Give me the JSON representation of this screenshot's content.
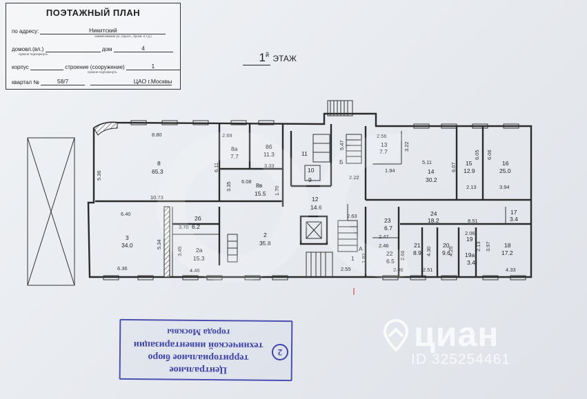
{
  "title_block": {
    "title": "ПОЭТАЖНЫЙ ПЛАН",
    "address_label": "по адресу:",
    "address_value": "Никитский",
    "address_sub": "наименование ул. (просп., бульв. и т.д.)",
    "domovl_label": "домовл.(вл.)",
    "domovl_sub": "нужное подчеркнуть",
    "dom_label": "дом",
    "dom_value": "4",
    "korpus_label": "корпус",
    "stroenie_label": "строение (сооружение)",
    "stroenie_value": "1",
    "stroenie_sub": "нужное подчеркнуть",
    "kvartal_label": "квартал №",
    "kvartal_value": "58/7",
    "district": "ЦАО г.Москвы"
  },
  "floor": {
    "number": "1",
    "suffix": "й",
    "label": "ЭТАЖ"
  },
  "rooms": [
    {
      "id": "8",
      "area": "65.3"
    },
    {
      "id": "8а",
      "area": "7.7"
    },
    {
      "id": "8б",
      "area": "11.3"
    },
    {
      "id": "8в",
      "area": "15.5"
    },
    {
      "id": "11",
      "area": ""
    },
    {
      "id": "10",
      "area": ""
    },
    {
      "id": "9",
      "area": ""
    },
    {
      "id": "Б",
      "area": ""
    },
    {
      "id": "13",
      "area": "7.7"
    },
    {
      "id": "14",
      "area": "30.2"
    },
    {
      "id": "15",
      "area": "12.9"
    },
    {
      "id": "16",
      "area": "25.0"
    },
    {
      "id": "12",
      "area": "14.6"
    },
    {
      "id": "3",
      "area": "34.0"
    },
    {
      "id": "2б",
      "area": "6.2"
    },
    {
      "id": "2а",
      "area": "15.3"
    },
    {
      "id": "2",
      "area": "35.8"
    },
    {
      "id": "23",
      "area": "6.7"
    },
    {
      "id": "24",
      "area": "18.2"
    },
    {
      "id": "17",
      "area": "3.4"
    },
    {
      "id": "22",
      "area": "6.5"
    },
    {
      "id": "21",
      "area": "8.9"
    },
    {
      "id": "20",
      "area": "9.6"
    },
    {
      "id": "19",
      "area": ""
    },
    {
      "id": "19а",
      "area": "3.4"
    },
    {
      "id": "18",
      "area": "17.2"
    },
    {
      "id": "1",
      "area": ""
    },
    {
      "id": "А",
      "area": ""
    }
  ],
  "dimensions": [
    "8.80",
    "5.36",
    "6.11",
    "2.69",
    "3.33",
    "6.08",
    "3.35",
    "1.70",
    "10.73",
    "5.47",
    "2.22",
    "2.56",
    "3.22",
    "1.94",
    "5.11",
    "6.07",
    "6.05",
    "6.06",
    "2.13",
    "3.94",
    "6.40",
    "5.34",
    "6.36",
    "3.70",
    "3.45",
    "4.46",
    "2.63",
    "2.47",
    "2.46",
    "2.66",
    "4.30",
    "4.25",
    "2.06",
    "2.13",
    "3.97",
    "8.51",
    "1.82",
    "2.55",
    "2.06",
    "2.51",
    "4.33"
  ],
  "stamp": {
    "badge": "2",
    "line1": "Центральное",
    "line2": "территориальное бюро",
    "line3": "технической инвентаризации",
    "line4": "города Москвы"
  },
  "watermark": {
    "brand": "циан",
    "id_text": "ID 325254461"
  },
  "colors": {
    "stamp": "#3e43a8",
    "paper": "#eceef1",
    "ink": "#1e1e1e"
  }
}
